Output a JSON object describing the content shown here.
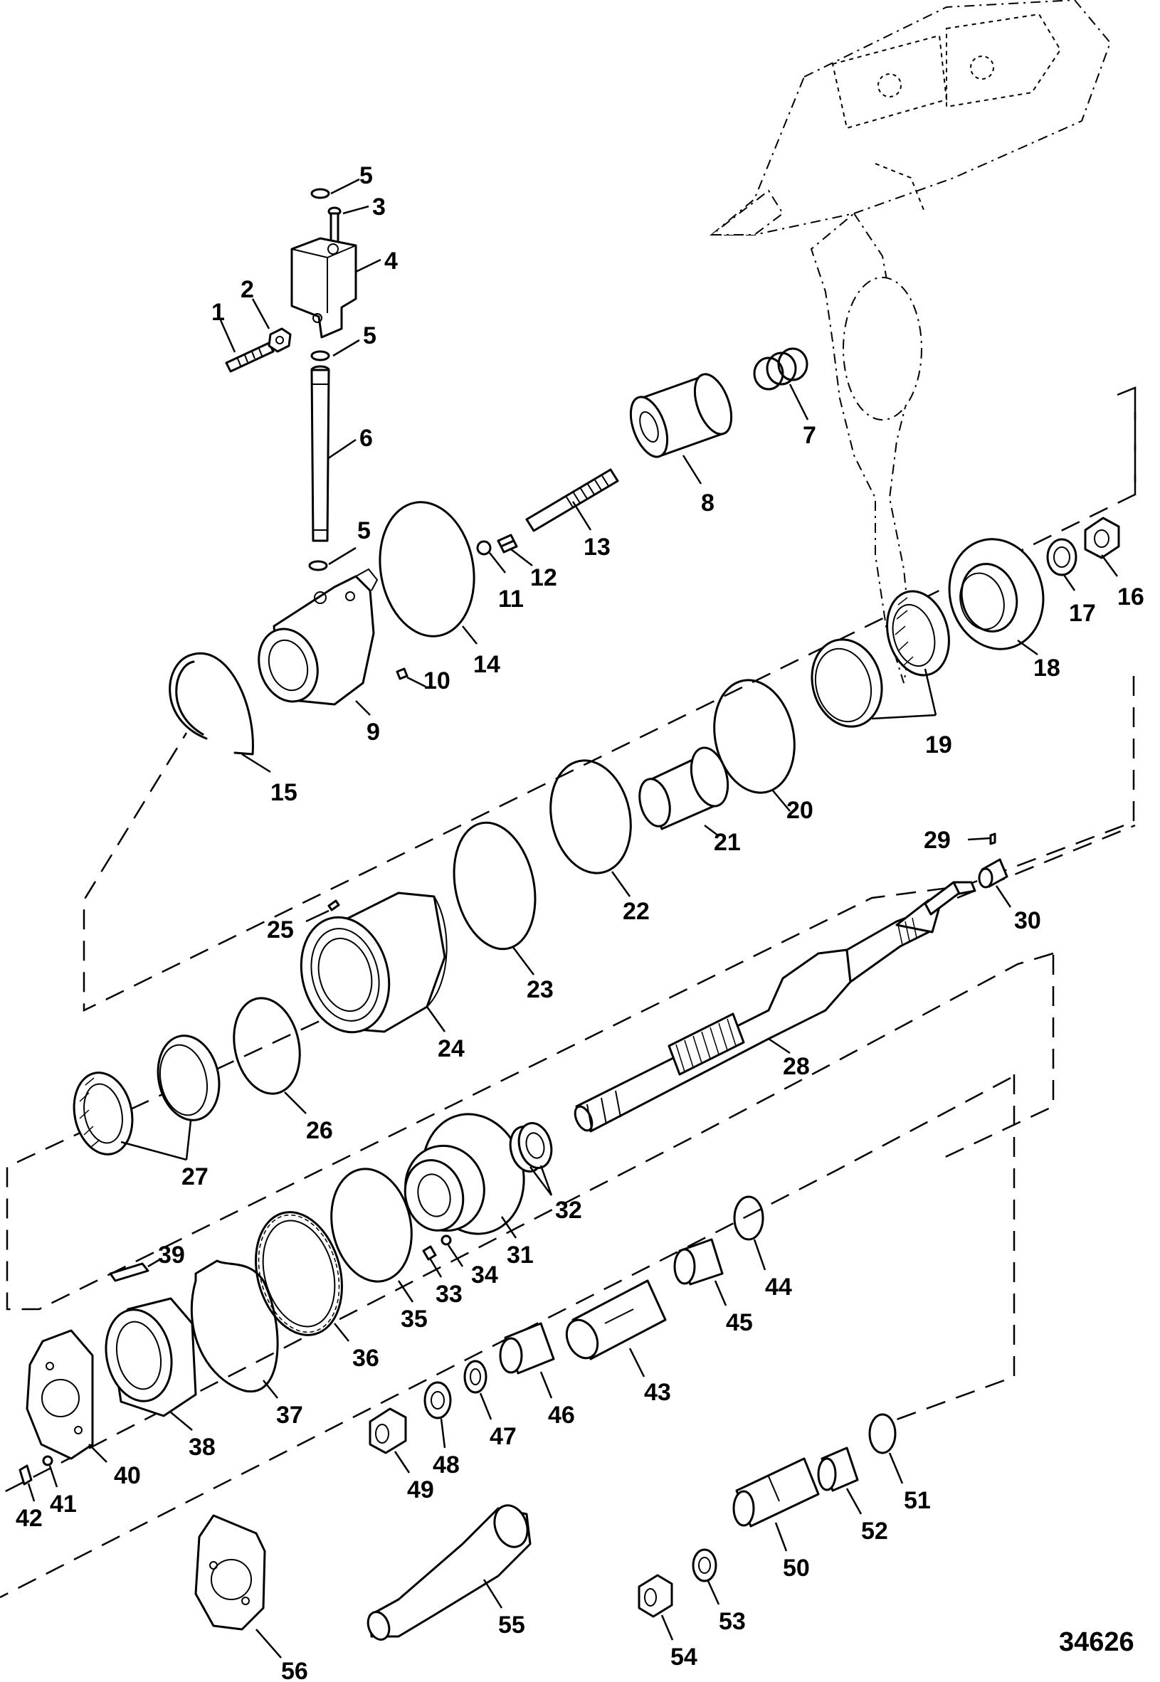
{
  "figure_number": "34626",
  "callouts": [
    {
      "id": "1",
      "text": "1"
    },
    {
      "id": "2",
      "text": "2"
    },
    {
      "id": "3",
      "text": "3"
    },
    {
      "id": "4",
      "text": "4"
    },
    {
      "id": "5a",
      "text": "5"
    },
    {
      "id": "5b",
      "text": "5"
    },
    {
      "id": "5c",
      "text": "5"
    },
    {
      "id": "6",
      "text": "6"
    },
    {
      "id": "7",
      "text": "7"
    },
    {
      "id": "8",
      "text": "8"
    },
    {
      "id": "9",
      "text": "9"
    },
    {
      "id": "10",
      "text": "10"
    },
    {
      "id": "11",
      "text": "11"
    },
    {
      "id": "12",
      "text": "12"
    },
    {
      "id": "13",
      "text": "13"
    },
    {
      "id": "14",
      "text": "14"
    },
    {
      "id": "15",
      "text": "15"
    },
    {
      "id": "16",
      "text": "16"
    },
    {
      "id": "17",
      "text": "17"
    },
    {
      "id": "18",
      "text": "18"
    },
    {
      "id": "19",
      "text": "19"
    },
    {
      "id": "20",
      "text": "20"
    },
    {
      "id": "21",
      "text": "21"
    },
    {
      "id": "22",
      "text": "22"
    },
    {
      "id": "23",
      "text": "23"
    },
    {
      "id": "24",
      "text": "24"
    },
    {
      "id": "25",
      "text": "25"
    },
    {
      "id": "26",
      "text": "26"
    },
    {
      "id": "27",
      "text": "27"
    },
    {
      "id": "28",
      "text": "28"
    },
    {
      "id": "29",
      "text": "29"
    },
    {
      "id": "30",
      "text": "30"
    },
    {
      "id": "31",
      "text": "31"
    },
    {
      "id": "32",
      "text": "32"
    },
    {
      "id": "33",
      "text": "33"
    },
    {
      "id": "34",
      "text": "34"
    },
    {
      "id": "35",
      "text": "35"
    },
    {
      "id": "36",
      "text": "36"
    },
    {
      "id": "37",
      "text": "37"
    },
    {
      "id": "38",
      "text": "38"
    },
    {
      "id": "39",
      "text": "39"
    },
    {
      "id": "40",
      "text": "40"
    },
    {
      "id": "41",
      "text": "41"
    },
    {
      "id": "42",
      "text": "42"
    },
    {
      "id": "43",
      "text": "43"
    },
    {
      "id": "44",
      "text": "44"
    },
    {
      "id": "45",
      "text": "45"
    },
    {
      "id": "46",
      "text": "46"
    },
    {
      "id": "47",
      "text": "47"
    },
    {
      "id": "48",
      "text": "48"
    },
    {
      "id": "49",
      "text": "49"
    },
    {
      "id": "50",
      "text": "50"
    },
    {
      "id": "51",
      "text": "51"
    },
    {
      "id": "52",
      "text": "52"
    },
    {
      "id": "53",
      "text": "53"
    },
    {
      "id": "54",
      "text": "54"
    },
    {
      "id": "55",
      "text": "55"
    },
    {
      "id": "56",
      "text": "56"
    }
  ]
}
